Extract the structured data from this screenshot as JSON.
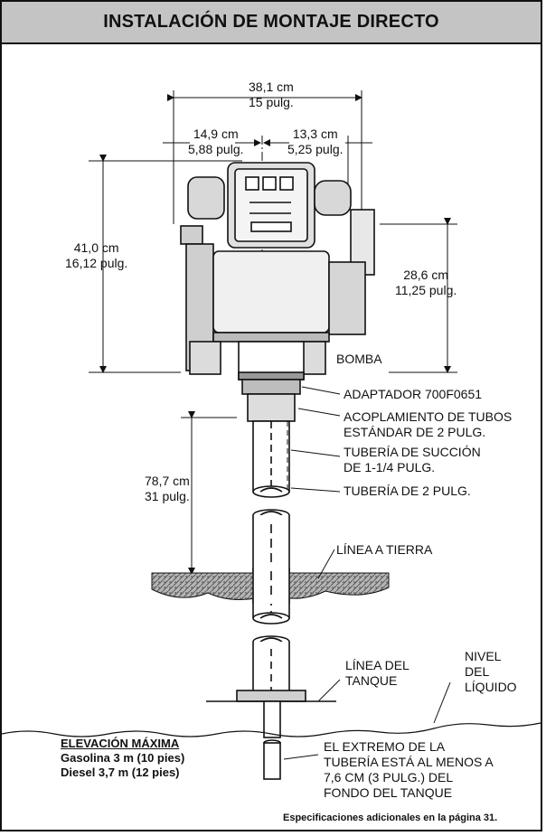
{
  "title": "INSTALACIÓN DE MONTAJE DIRECTO",
  "dimensions": {
    "overall_width": {
      "metric": "38,1 cm",
      "imperial": "15 pulg."
    },
    "left_width": {
      "metric": "14,9 cm",
      "imperial": "5,88 pulg."
    },
    "right_width": {
      "metric": "13,3 cm",
      "imperial": "5,25 pulg."
    },
    "total_height": {
      "metric": "41,0 cm",
      "imperial": "16,12 pulg."
    },
    "right_height": {
      "metric": "28,6 cm",
      "imperial": "11,25 pulg."
    },
    "pipe_depth": {
      "metric": "78,7 cm",
      "imperial": "31 pulg."
    }
  },
  "labels": {
    "pump": "BOMBA",
    "adapter": "ADAPTADOR 700F0651",
    "coupling_1": "ACOPLAMIENTO DE TUBOS",
    "coupling_2": "ESTÁNDAR DE 2 PULG.",
    "suction_1": "TUBERÍA DE SUCCIÓN",
    "suction_2": "DE 1-1/4 PULG.",
    "pipe_2in": "TUBERÍA DE 2 PULG.",
    "ground_line": "LÍNEA A TIERRA",
    "tank_line_1": "LÍNEA DEL",
    "tank_line_2": "TANQUE",
    "liquid_1": "NIVEL",
    "liquid_2": "DEL",
    "liquid_3": "LÍQUIDO",
    "pipe_end_1": "EL EXTREMO DE LA",
    "pipe_end_2": "TUBERÍA ESTÁ AL MENOS A",
    "pipe_end_3": "7,6 CM (3 PULG.) DEL",
    "pipe_end_4": "FONDO DEL TANQUE"
  },
  "max_elevation": {
    "heading": "ELEVACIÓN MÁXIMA",
    "gasoline": "Gasolina 3 m (10 pies)",
    "diesel": "Diesel 3,7 m (12 pies)"
  },
  "footer": "Especificaciones adicionales en la página 31."
}
